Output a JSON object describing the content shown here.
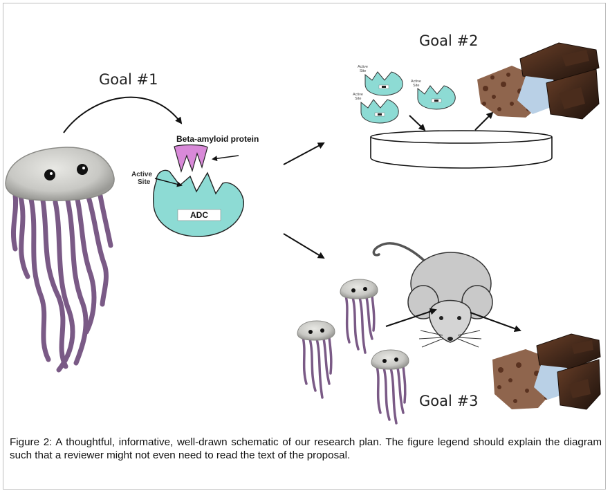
{
  "goals": {
    "goal1": "Goal #1",
    "goal2": "Goal #2",
    "goal3": "Goal #3"
  },
  "diagram_labels": {
    "protein": "Beta-amyloid protein",
    "active_site_line1": "Active",
    "active_site_line2": "Site",
    "enzyme": "ADC",
    "mini_active": "Active",
    "mini_site": "Site"
  },
  "caption": "Figure 2: A thoughtful, informative, well-drawn schematic of our research plan. The figure legend should explain the diagram such that a reviewer might not even need to read the text of the proposal.",
  "colors": {
    "enzyme_fill": "#8ddbd4",
    "protein_fill": "#d889d8",
    "tentacle": "#7a5a86",
    "jelly_body": "#cfcfcc",
    "chocolate": "#3b2418",
    "mouse_fill": "#c9c9c9"
  }
}
